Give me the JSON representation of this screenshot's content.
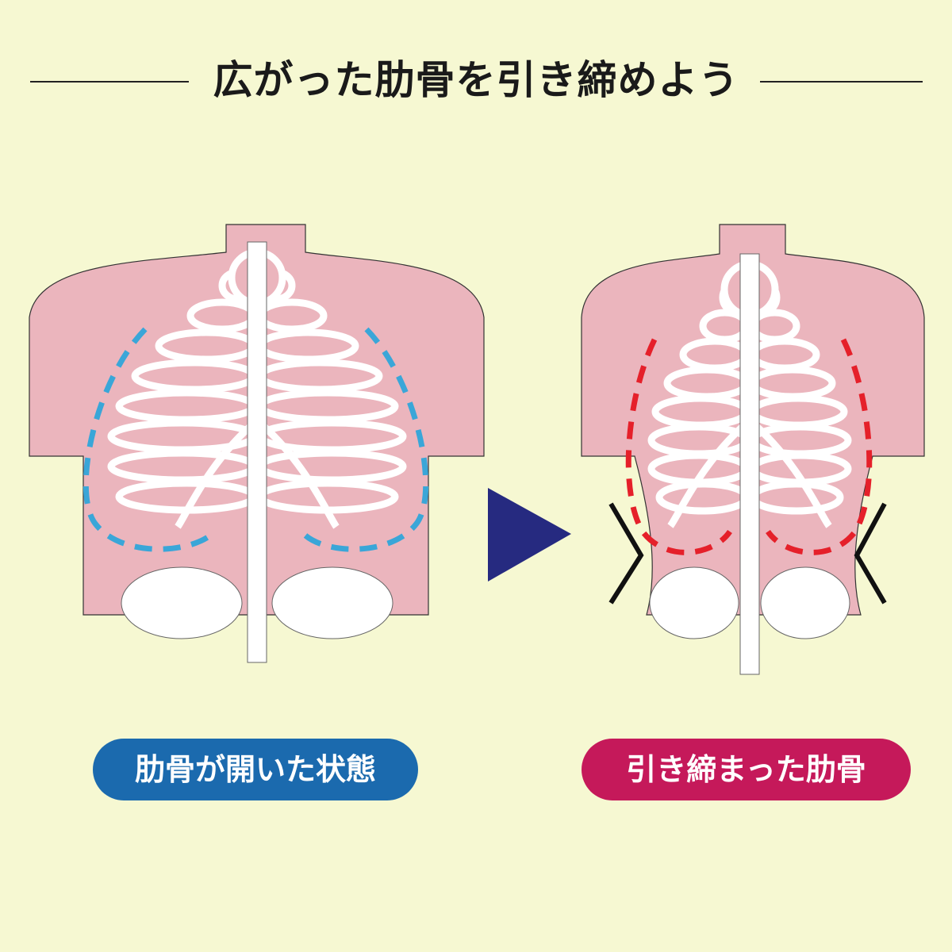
{
  "title": "広がった肋骨を引き締めよう",
  "labels": {
    "before": "肋骨が開いた状態",
    "after": "引き締まった肋骨"
  },
  "colors": {
    "background": "#f6f8d2",
    "body": "#ebb5bd",
    "before_pill": "#1b6aae",
    "after_pill": "#c5195a",
    "arrow": "#262a80",
    "before_dash": "#3aa6d8",
    "after_dash": "#e5202a"
  }
}
